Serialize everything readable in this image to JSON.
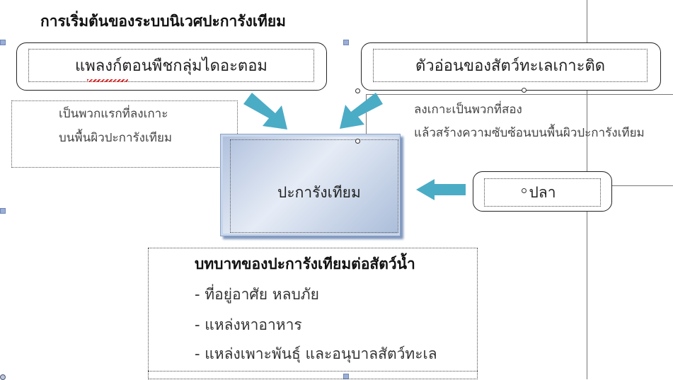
{
  "title": "การเริ่มต้นของระบบนิเวศปะการังเทียม",
  "boxes": {
    "plankton": "แพลงก์ตอนพืชกลุ่มไดอะตอม",
    "larvae": "ตัวอ่อนของสัตว์ทะเลเกาะติด",
    "coral": "ปะการังเทียม",
    "fish": "ปลา"
  },
  "notes": {
    "first_line1": "เป็นพวกแรกที่ลงเกาะ",
    "first_line2": "บนพื้นผิวปะการังเทียม",
    "second_line1": "ลงเกาะเป็นพวกที่สอง",
    "second_line2": "แล้วสร้างความซับซ้อนบนพื้นผิวปะการังเทียม"
  },
  "roles": {
    "heading": "บทบาทของปะการังเทียมต่อสัตว์น้ำ",
    "items": [
      "- ที่อยู่อาศัย หลบภัย",
      "- แหล่งหาอาหาร",
      "- แหล่งเพาะพันธุ์ และอนุบาลสัตว์ทะเล"
    ]
  },
  "colors": {
    "arrow": "#4bacc6",
    "coral_fill": "#c6d3ea",
    "coral_border": "#8aa2c6"
  }
}
